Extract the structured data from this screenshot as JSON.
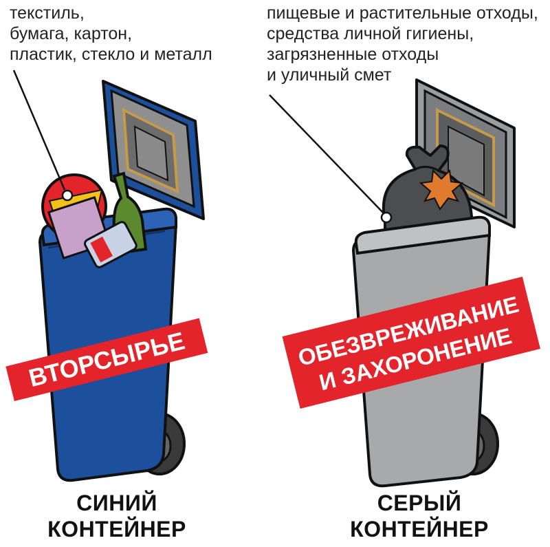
{
  "left_container": {
    "description_lines": [
      "текстиль,",
      "бумага, картон,",
      "пластик, стекло и металл"
    ],
    "banner": "ВТОРСЫРЬЕ",
    "caption_lines": [
      "СИНИЙ",
      "КОНТЕЙНЕР"
    ],
    "body_color": "#1c4f9c",
    "lid_color": "#1c4f9c"
  },
  "right_container": {
    "description_lines": [
      "пищевые и растительные отходы,",
      "средства личной гигиены,",
      "загрязненные отходы",
      "и уличный смет"
    ],
    "banner_lines": [
      "ОБЕЗВРЕЖИВАНИЕ",
      "И ЗАХОРОНЕНИЕ"
    ],
    "caption_lines": [
      "СЕРЫЙ",
      "КОНТЕЙНЕР"
    ],
    "body_color": "#a7a9ab",
    "lid_color": "#8e9093"
  },
  "banner_color": "#e3242b",
  "leaf_icon": "maple-leaf-icon",
  "bag_icon": "garbage-bag-icon"
}
